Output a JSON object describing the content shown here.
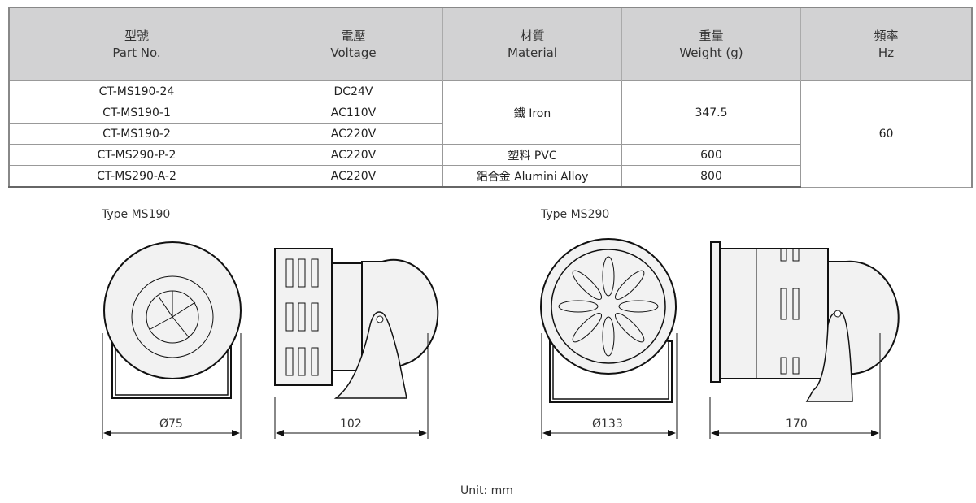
{
  "table": {
    "headers": [
      {
        "zh": "型號",
        "en": "Part No."
      },
      {
        "zh": "電壓",
        "en": "Voltage"
      },
      {
        "zh": "材質",
        "en": "Material"
      },
      {
        "zh": "重量",
        "en": "Weight (g)"
      },
      {
        "zh": "頻率",
        "en": "Hz"
      }
    ],
    "rows": [
      {
        "part": "CT-MS190-24",
        "voltage": "DC24V"
      },
      {
        "part": "CT-MS190-1",
        "voltage": "AC110V"
      },
      {
        "part": "CT-MS190-2",
        "voltage": "AC220V"
      },
      {
        "part": "CT-MS290-P-2",
        "voltage": "AC220V"
      },
      {
        "part": "CT-MS290-A-2",
        "voltage": "AC220V"
      }
    ],
    "material_iron": "鐵  Iron",
    "weight_iron": "347.5",
    "material_pvc": "塑料  PVC",
    "weight_pvc": "600",
    "material_alloy": "鋁合金  Alumini Alloy",
    "weight_alloy": "800",
    "hz": "60"
  },
  "diagrams": {
    "ms190": {
      "title": "Type MS190",
      "diameter": "Ø75",
      "length": "102"
    },
    "ms290": {
      "title": "Type MS290",
      "diameter": "Ø133",
      "length": "170"
    }
  },
  "unit": "Unit: mm"
}
